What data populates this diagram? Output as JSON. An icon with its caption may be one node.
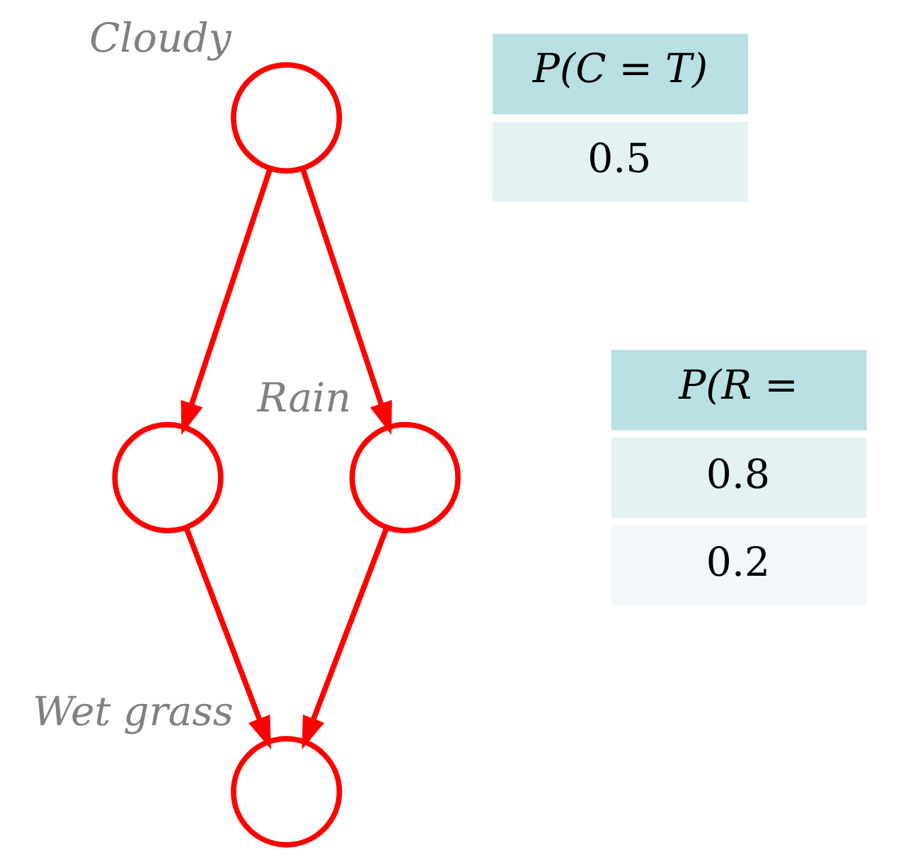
{
  "diagram": {
    "nodes": [
      {
        "text": [],
        "shape": "circle",
        "beside": [
          "Cloudy"
        ]
      },
      {
        "text": [],
        "shape": "circle"
      },
      {
        "text": [],
        "shape": "circle",
        "beside": [
          "Rain"
        ]
      },
      {
        "text": [],
        "shape": "circle",
        "beside": [
          "Wet grass"
        ]
      }
    ],
    "edges": [
      {
        "from": 0,
        "to": 1,
        "arrow": "to"
      },
      {
        "from": 0,
        "to": 2,
        "arrow": "to"
      },
      {
        "from": 1,
        "to": 3,
        "arrow": "to"
      },
      {
        "from": 2,
        "to": 3,
        "arrow": "to"
      }
    ],
    "labels": [
      "P(C = T)",
      "0.5",
      "P(R =",
      "0.8",
      "0.2"
    ]
  }
}
